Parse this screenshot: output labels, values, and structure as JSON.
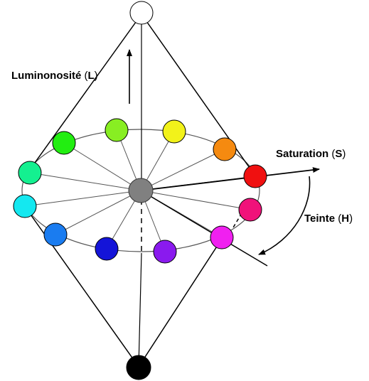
{
  "labels": {
    "luminosity": {
      "name": "Luminonosité",
      "symbol": "L"
    },
    "saturation": {
      "name": "Saturation",
      "symbol": "S"
    },
    "hue": {
      "name": "Teinte",
      "symbol": "H"
    }
  },
  "colors": {
    "white_pole": "#ffffff",
    "black_pole": "#000000",
    "center_gray": "#808080",
    "outline": "#000000",
    "spoke": "#555555"
  },
  "hue_wheel": [
    {
      "name": "green",
      "color": "#22ee11"
    },
    {
      "name": "yellow-green",
      "color": "#88ee22"
    },
    {
      "name": "yellow",
      "color": "#f2f21a"
    },
    {
      "name": "orange",
      "color": "#f58a10"
    },
    {
      "name": "red",
      "color": "#f01010"
    },
    {
      "name": "rose",
      "color": "#f0127a"
    },
    {
      "name": "magenta",
      "color": "#f020f0"
    },
    {
      "name": "violet",
      "color": "#8a1aee"
    },
    {
      "name": "blue",
      "color": "#1414d8"
    },
    {
      "name": "azure",
      "color": "#1a7cf0"
    },
    {
      "name": "cyan",
      "color": "#14e8f0"
    },
    {
      "name": "spring-green",
      "color": "#14f090"
    }
  ]
}
